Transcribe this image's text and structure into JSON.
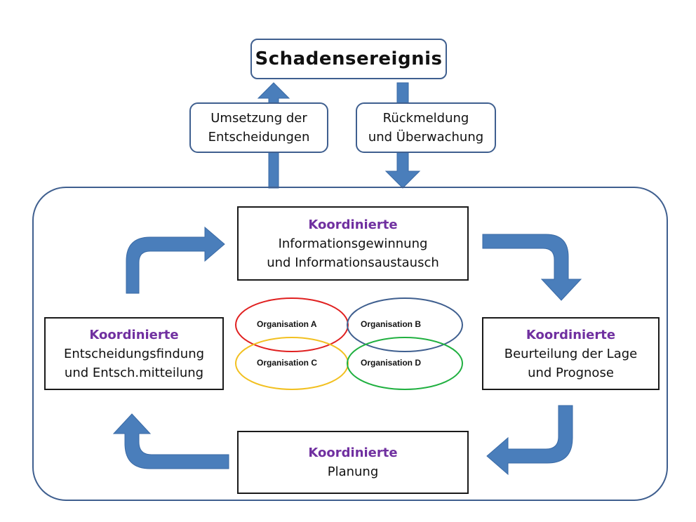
{
  "event": {
    "label": "Schadensereignis"
  },
  "flows": {
    "down_left": {
      "line1": "Umsetzung der",
      "line2": "Entscheidungen"
    },
    "up_right": {
      "line1": "Rückmeldung",
      "line2": "und Überwachung"
    }
  },
  "steps": {
    "top": {
      "head": "Koordinierte",
      "line1": "Informationsgewinnung",
      "line2": "und Informationsaustausch"
    },
    "right": {
      "head": "Koordinierte",
      "line1": "Beurteilung der Lage",
      "line2": "und Prognose"
    },
    "bottom": {
      "head": "Koordinierte",
      "line1": "Planung"
    },
    "left": {
      "head": "Koordinierte",
      "line1": "Entscheidungsfindung",
      "line2": "und Entsch.mitteilung"
    }
  },
  "organisations": [
    {
      "label": "Organisation  A",
      "color": "#e02020"
    },
    {
      "label": "Organisation  B",
      "color": "#3f5f8f"
    },
    {
      "label": "Organisation  C",
      "color": "#f2c020"
    },
    {
      "label": "Organisation  D",
      "color": "#20b040"
    }
  ],
  "colors": {
    "arrow": "#4a7ebb",
    "arrow_edge": "#3a6aa5",
    "accent": "#7030a0",
    "border": "#3f5f8f"
  }
}
